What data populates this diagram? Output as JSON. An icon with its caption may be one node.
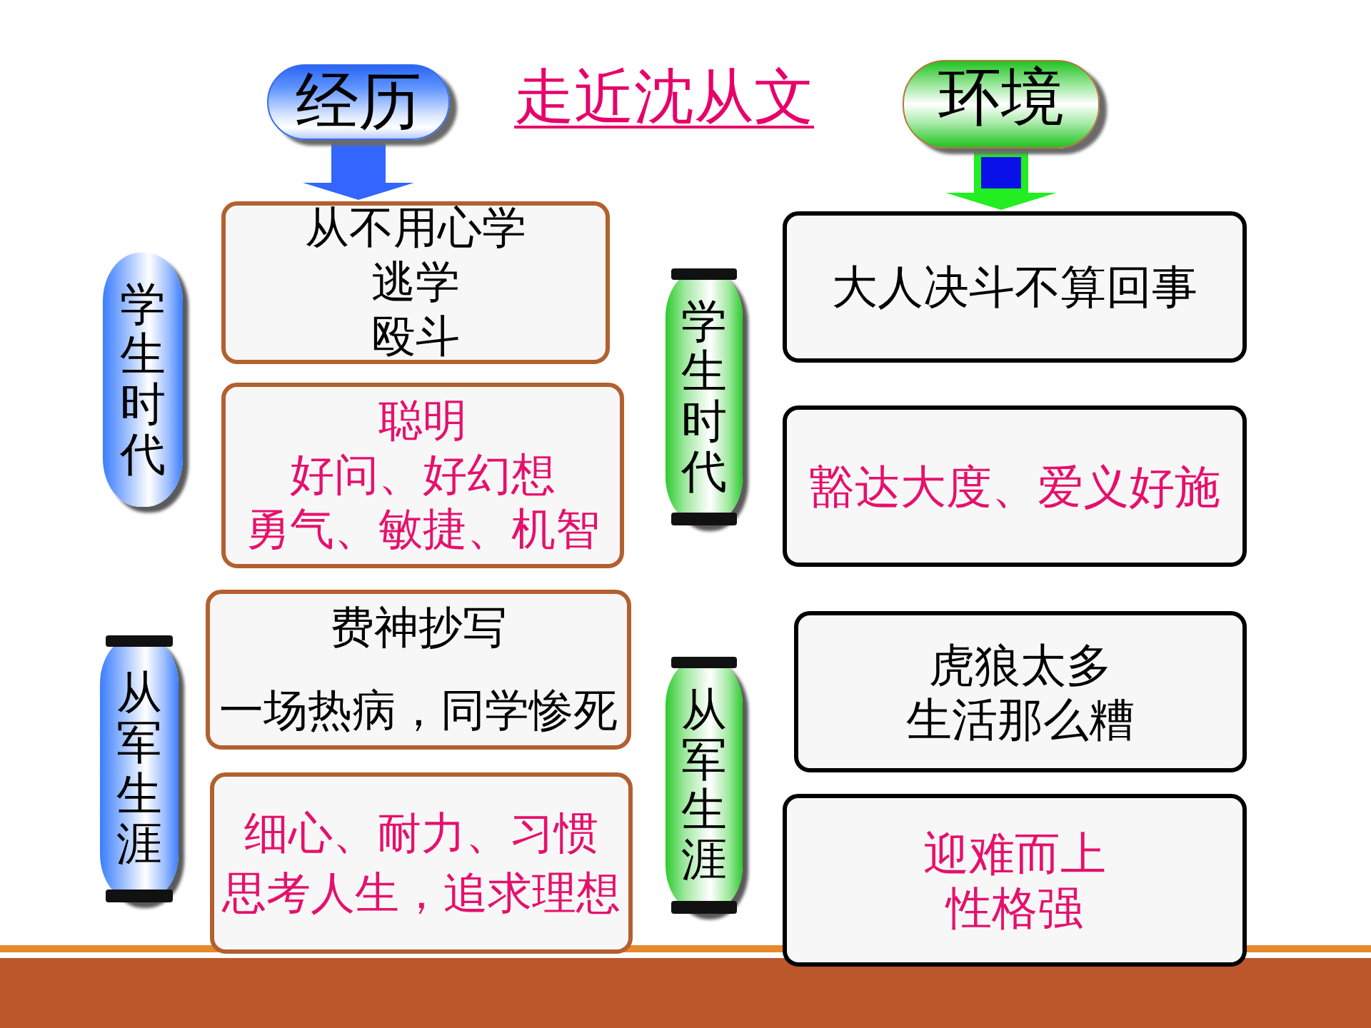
{
  "diagram": {
    "title": "走近沈从文",
    "nodes": [
      {
        "text": [
          "经历"
        ]
      },
      {
        "text": [
          "环境"
        ]
      },
      {
        "text": [
          "学生时代"
        ]
      },
      {
        "text": [
          "从不用心学",
          "逃学",
          "殴斗"
        ]
      },
      {
        "text": [
          "聪明",
          "好问、好幻想",
          "勇气、敏捷、机智"
        ]
      },
      {
        "text": [
          "从军生涯"
        ]
      },
      {
        "text": [
          "费神抄写",
          "一场热病，同学惨死"
        ]
      },
      {
        "text": [
          "细心、耐力、习惯",
          "思考人生，追求理想"
        ]
      },
      {
        "text": [
          "学生时代"
        ]
      },
      {
        "text": [
          "大人决斗不算回事"
        ]
      },
      {
        "text": [
          "豁达大度、爱义好施"
        ]
      },
      {
        "text": [
          "从军生涯"
        ]
      },
      {
        "text": [
          "虎狼太多",
          "生活那么糟"
        ]
      },
      {
        "text": [
          "迎难而上",
          "性格强"
        ]
      }
    ],
    "edges": [
      {
        "from": 0,
        "to": 3,
        "arrow": "to",
        "color": "#3366ff"
      },
      {
        "from": 1,
        "to": 9,
        "arrow": "to",
        "color": "#22ee22"
      }
    ]
  }
}
